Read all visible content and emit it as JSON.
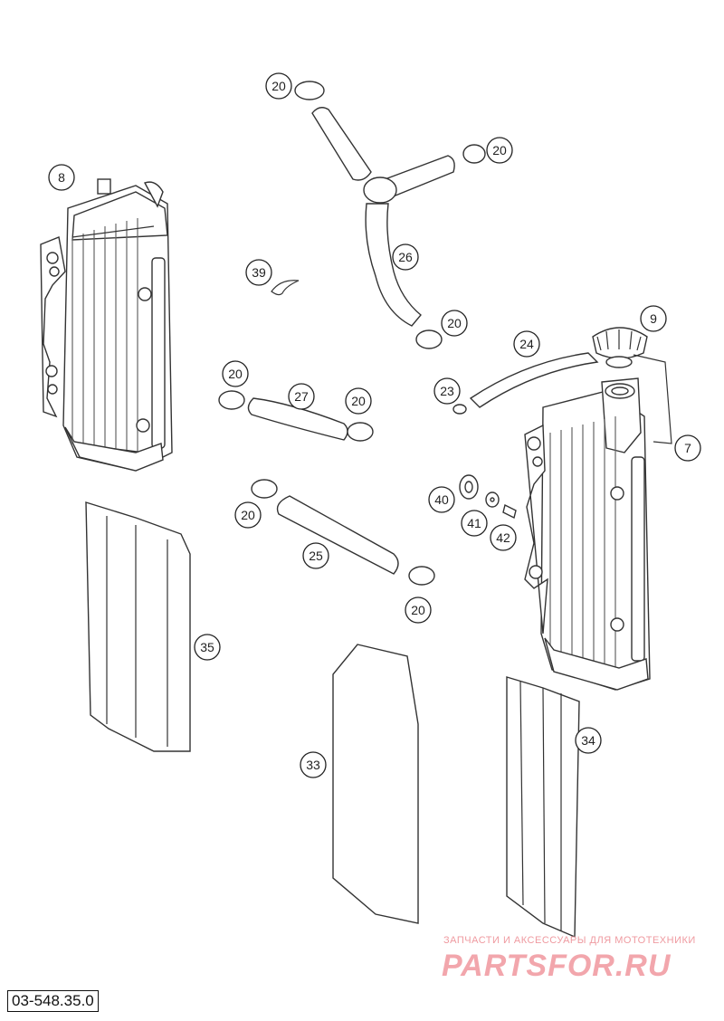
{
  "drawing_number": "03-548.35.0",
  "watermark": {
    "tagline": "ЗАПЧАСТИ И АКСЕССУАРЫ ДЛЯ МОТОТЕХНИКИ",
    "logo_text": "PARTSFOR.RU"
  },
  "callouts": {
    "c7": "7",
    "c8": "8",
    "c9": "9",
    "c20a": "20",
    "c20b": "20",
    "c20c": "20",
    "c20d": "20",
    "c20e": "20",
    "c20f": "20",
    "c20g": "20",
    "c23": "23",
    "c24": "24",
    "c25": "25",
    "c26": "26",
    "c27": "27",
    "c33": "33",
    "c34": "34",
    "c35": "35",
    "c39": "39",
    "c40": "40",
    "c41": "41",
    "c42": "42"
  }
}
